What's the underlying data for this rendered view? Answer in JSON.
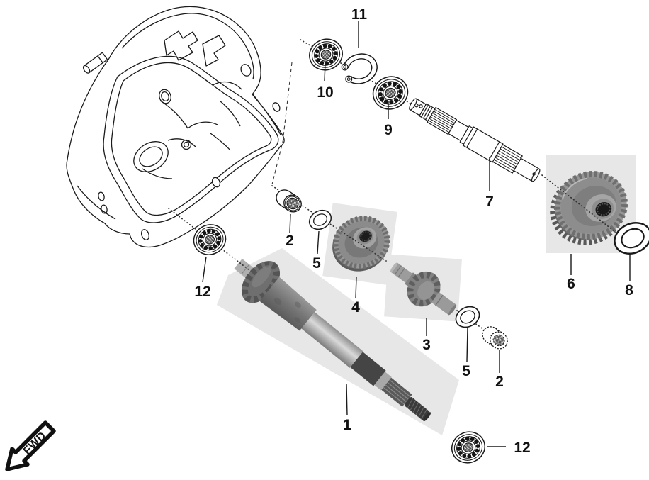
{
  "diagram": {
    "fwd_label": "FWD",
    "callouts": {
      "c1": {
        "label": "1"
      },
      "c2a": {
        "label": "2"
      },
      "c2b": {
        "label": "2"
      },
      "c3": {
        "label": "3"
      },
      "c4": {
        "label": "4"
      },
      "c5a": {
        "label": "5"
      },
      "c5b": {
        "label": "5"
      },
      "c6": {
        "label": "6"
      },
      "c7": {
        "label": "7"
      },
      "c8": {
        "label": "8"
      },
      "c9": {
        "label": "9"
      },
      "c10": {
        "label": "10"
      },
      "c11": {
        "label": "11"
      },
      "c12a": {
        "label": "12"
      },
      "c12b": {
        "label": "12"
      }
    },
    "colors": {
      "line_art": "#1a1a1a",
      "background": "#ffffff",
      "photo_background": "#e7e7e7",
      "gear_metal": "#8d8d8d",
      "shaft_dark_metal": "#454545"
    }
  }
}
